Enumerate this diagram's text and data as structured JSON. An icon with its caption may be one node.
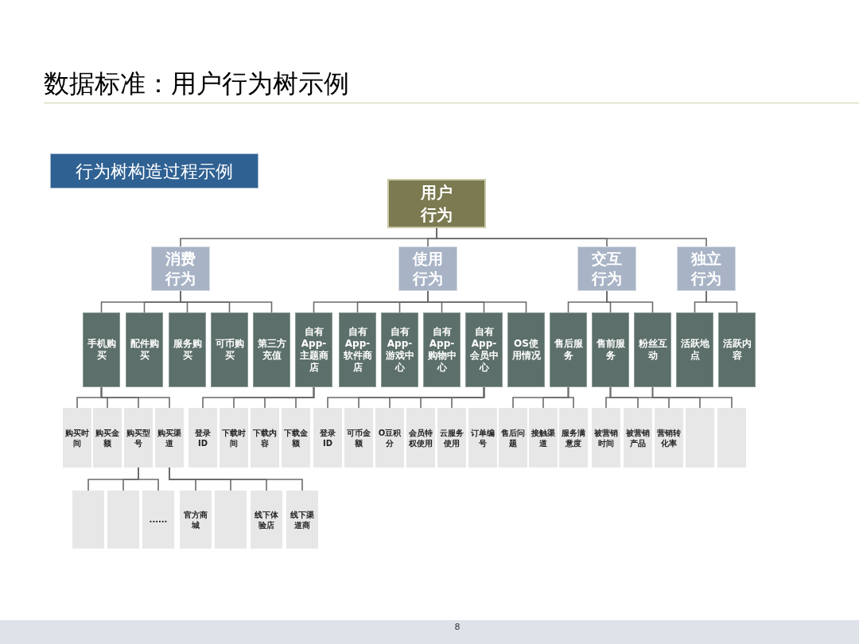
{
  "diagram": {
    "title": "数据标准：用户行为树示例",
    "nodes": [
      {
        "text": [
          "行为树构造过程示例"
        ]
      },
      {
        "text": [
          "用户行为"
        ]
      },
      {
        "text": [
          "消费行为"
        ]
      },
      {
        "text": [
          "使用行为"
        ]
      },
      {
        "text": [
          "交互行为"
        ]
      },
      {
        "text": [
          "独立行为"
        ]
      },
      {
        "text": [
          "手机购买"
        ]
      },
      {
        "text": [
          "配件购买"
        ]
      },
      {
        "text": [
          "服务购买"
        ]
      },
      {
        "text": [
          "可币购买"
        ]
      },
      {
        "text": [
          "第三方充值"
        ]
      },
      {
        "text": [
          "自有App-主题商店"
        ]
      },
      {
        "text": [
          "自有App-软件商店"
        ]
      },
      {
        "text": [
          "自有App-游戏中心"
        ]
      },
      {
        "text": [
          "自有App-购物中心"
        ]
      },
      {
        "text": [
          "自有App-会员中心"
        ]
      },
      {
        "text": [
          "OS使用情况"
        ]
      },
      {
        "text": [
          "售后服务"
        ]
      },
      {
        "text": [
          "售前服务"
        ]
      },
      {
        "text": [
          "粉丝互动"
        ]
      },
      {
        "text": [
          "活跃地点"
        ]
      },
      {
        "text": [
          "活跃内容"
        ]
      },
      {
        "text": [
          "购买时间"
        ]
      },
      {
        "text": [
          "购买金额"
        ]
      },
      {
        "text": [
          "购买型号"
        ]
      },
      {
        "text": [
          "购买渠道"
        ]
      },
      {
        "text": [
          "登录ID"
        ]
      },
      {
        "text": [
          "下载时间"
        ]
      },
      {
        "text": [
          "下载内容"
        ]
      },
      {
        "text": [
          "下载金额"
        ]
      },
      {
        "text": [
          "登录ID"
        ]
      },
      {
        "text": [
          "可币金额"
        ]
      },
      {
        "text": [
          "O豆积分"
        ]
      },
      {
        "text": [
          "会员特权使用"
        ]
      },
      {
        "text": [
          "云服务使用"
        ]
      },
      {
        "text": [
          "订单编号"
        ]
      },
      {
        "text": [
          "售后问题"
        ]
      },
      {
        "text": [
          "接触渠道"
        ]
      },
      {
        "text": [
          "服务满意度"
        ]
      },
      {
        "text": [
          "被营销时间"
        ]
      },
      {
        "text": [
          "被营销产品"
        ]
      },
      {
        "text": [
          "营销转化率"
        ]
      },
      {
        "text": [],
        "shape": "box"
      },
      {
        "text": [],
        "shape": "box"
      },
      {
        "text": [],
        "shape": "box"
      },
      {
        "text": [],
        "shape": "box"
      },
      {
        "text": [
          "......"
        ]
      },
      {
        "text": [
          "官方商城"
        ]
      },
      {
        "text": [],
        "shape": "box"
      },
      {
        "text": [
          "线下体验店"
        ]
      },
      {
        "text": [
          "线下渠道商"
        ]
      }
    ],
    "edges": [
      {
        "from": 1,
        "to": 2,
        "arrow": "none"
      },
      {
        "from": 1,
        "to": 3,
        "arrow": "none"
      },
      {
        "from": 1,
        "to": 4,
        "arrow": "none"
      },
      {
        "from": 1,
        "to": 5,
        "arrow": "none"
      },
      {
        "from": 2,
        "to": 6,
        "arrow": "none"
      },
      {
        "from": 2,
        "to": 7,
        "arrow": "none"
      },
      {
        "from": 2,
        "to": 8,
        "arrow": "none"
      },
      {
        "from": 2,
        "to": 9,
        "arrow": "none"
      },
      {
        "from": 2,
        "to": 10,
        "arrow": "none"
      },
      {
        "from": 3,
        "to": 11,
        "arrow": "none"
      },
      {
        "from": 3,
        "to": 12,
        "arrow": "none"
      },
      {
        "from": 3,
        "to": 13,
        "arrow": "none"
      },
      {
        "from": 3,
        "to": 14,
        "arrow": "none"
      },
      {
        "from": 3,
        "to": 15,
        "arrow": "none"
      },
      {
        "from": 3,
        "to": 16,
        "arrow": "none"
      },
      {
        "from": 4,
        "to": 17,
        "arrow": "none"
      },
      {
        "from": 4,
        "to": 18,
        "arrow": "none"
      },
      {
        "from": 4,
        "to": 19,
        "arrow": "none"
      },
      {
        "from": 5,
        "to": 20,
        "arrow": "none"
      },
      {
        "from": 5,
        "to": 21,
        "arrow": "none"
      },
      {
        "from": 6,
        "to": 22,
        "arrow": "none"
      },
      {
        "from": 6,
        "to": 23,
        "arrow": "none"
      },
      {
        "from": 6,
        "to": 24,
        "arrow": "none"
      },
      {
        "from": 6,
        "to": 25,
        "arrow": "none"
      },
      {
        "from": 11,
        "to": 26,
        "arrow": "none"
      },
      {
        "from": 11,
        "to": 27,
        "arrow": "none"
      },
      {
        "from": 11,
        "to": 28,
        "arrow": "none"
      },
      {
        "from": 11,
        "to": 29,
        "arrow": "none"
      },
      {
        "from": 15,
        "to": 30,
        "arrow": "none"
      },
      {
        "from": 15,
        "to": 31,
        "arrow": "none"
      },
      {
        "from": 15,
        "to": 32,
        "arrow": "none"
      },
      {
        "from": 15,
        "to": 33,
        "arrow": "none"
      },
      {
        "from": 15,
        "to": 34,
        "arrow": "none"
      },
      {
        "from": 17,
        "to": 36,
        "arrow": "none"
      },
      {
        "from": 17,
        "to": 37,
        "arrow": "none"
      },
      {
        "from": 17,
        "to": 38,
        "arrow": "none"
      },
      {
        "from": 18,
        "to": 39,
        "arrow": "none"
      },
      {
        "from": 18,
        "to": 40,
        "arrow": "none"
      },
      {
        "from": 18,
        "to": 41,
        "arrow": "none"
      },
      {
        "from": 19,
        "to": 42,
        "arrow": "none"
      },
      {
        "from": 19,
        "to": 43,
        "arrow": "none"
      },
      {
        "from": 24,
        "to": 44,
        "arrow": "none"
      },
      {
        "from": 24,
        "to": 45,
        "arrow": "none"
      },
      {
        "from": 24,
        "to": 46,
        "arrow": "none"
      },
      {
        "from": 25,
        "to": 47,
        "arrow": "none"
      },
      {
        "from": 25,
        "to": 48,
        "arrow": "none"
      },
      {
        "from": 25,
        "to": 49,
        "arrow": "none"
      },
      {
        "from": 25,
        "to": 50,
        "arrow": "none"
      }
    ],
    "labels": [
      "8"
    ]
  }
}
